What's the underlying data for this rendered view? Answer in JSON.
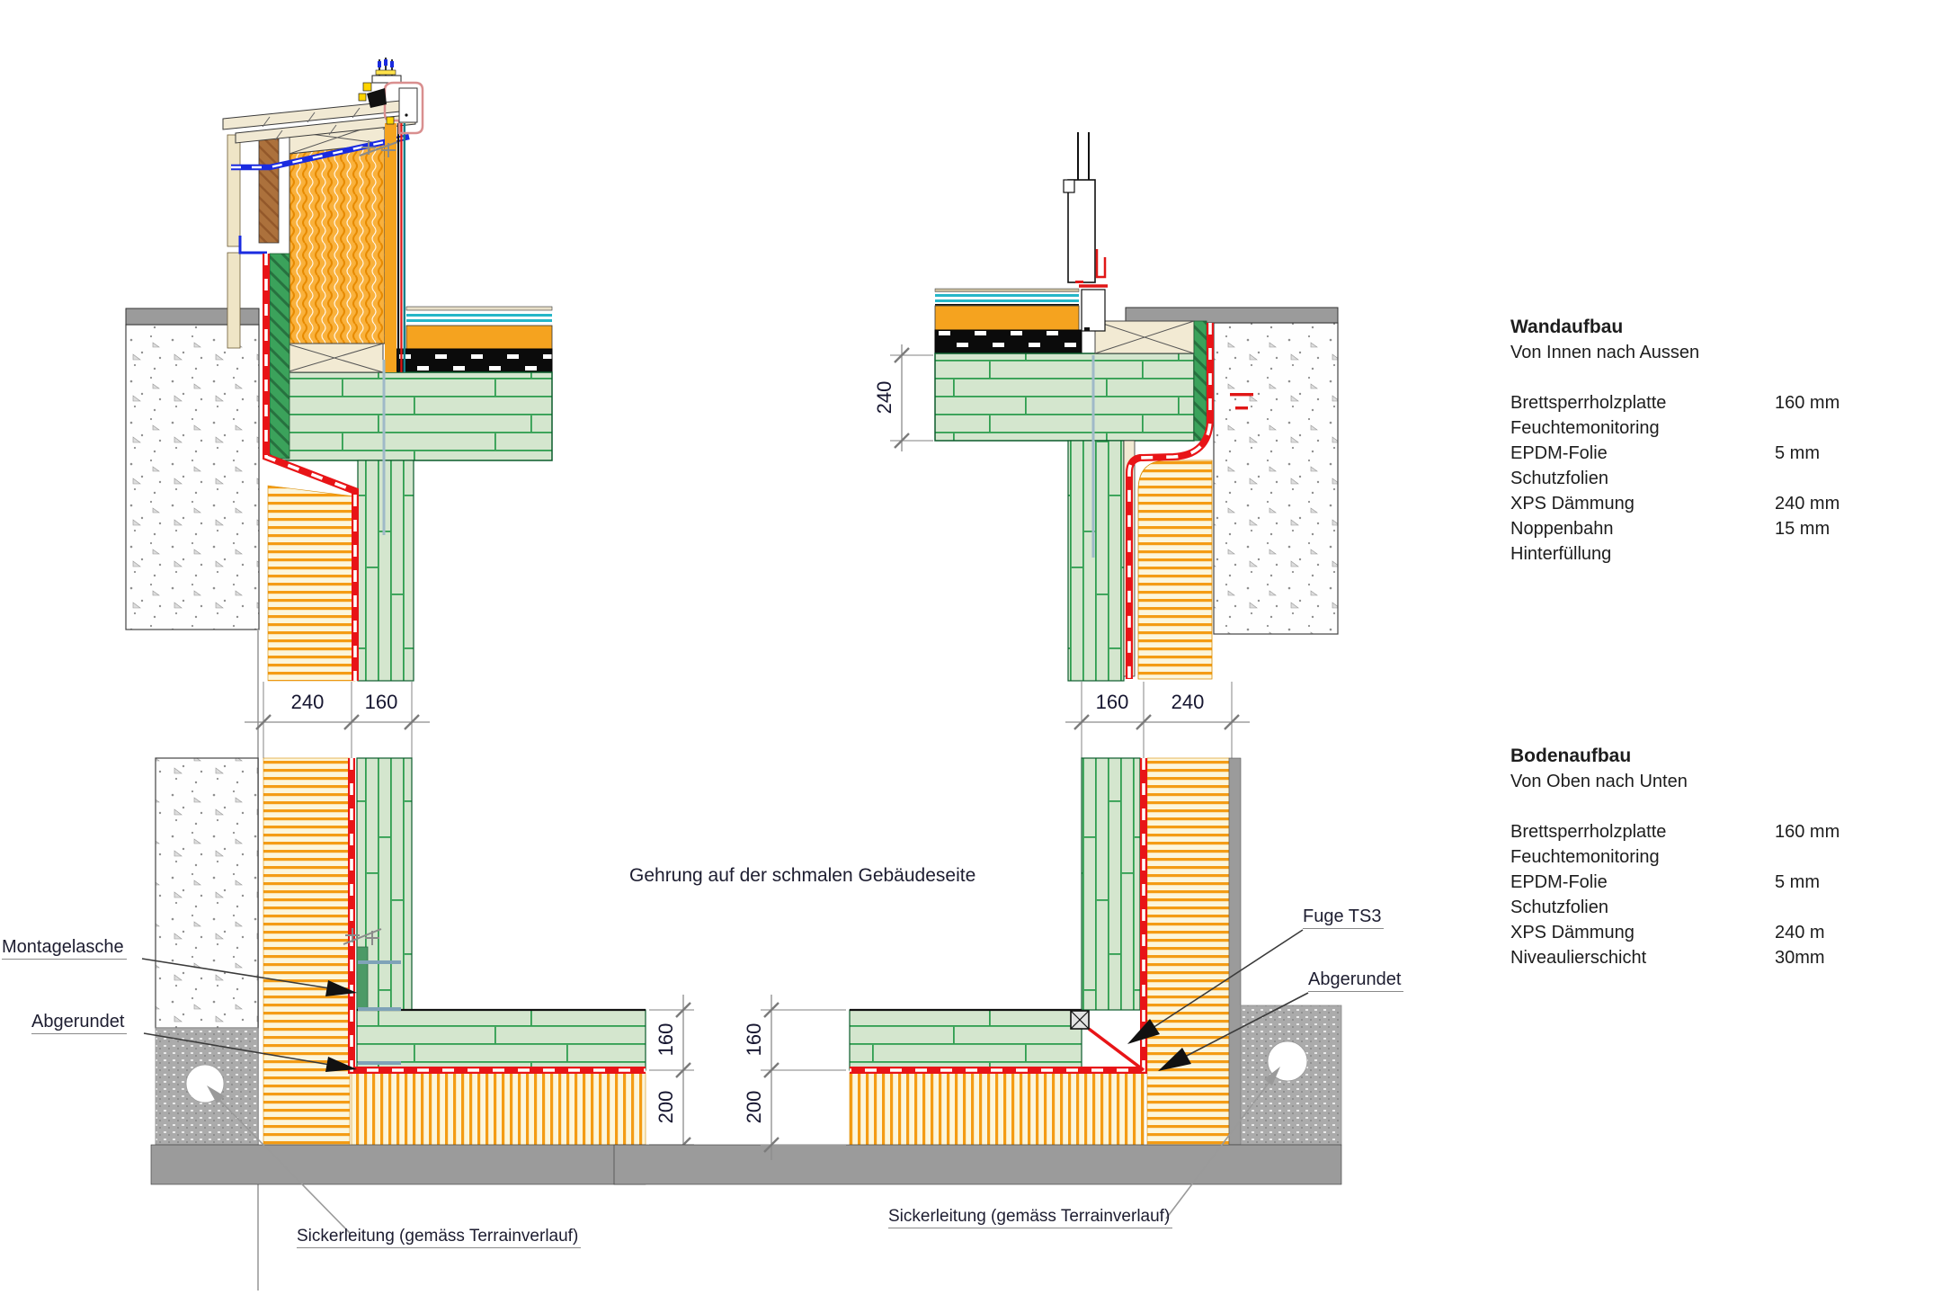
{
  "legend": {
    "wall": {
      "title": "Wandaufbau",
      "subtitle": "Von Innen nach Aussen",
      "rows": [
        {
          "label": "Brettsperrholzplatte",
          "value": "160 mm"
        },
        {
          "label": "Feuchtemonitoring",
          "value": ""
        },
        {
          "label": "EPDM-Folie",
          "value": "5 mm"
        },
        {
          "label": "Schutzfolien",
          "value": ""
        },
        {
          "label": "XPS Dämmung",
          "value": "240 mm"
        },
        {
          "label": "Noppenbahn",
          "value": "15 mm"
        },
        {
          "label": "Hinterfüllung",
          "value": ""
        }
      ]
    },
    "floor": {
      "title": "Bodenaufbau",
      "subtitle": "Von Oben nach Unten",
      "rows": [
        {
          "label": "Brettsperrholzplatte",
          "value": "160 mm"
        },
        {
          "label": "Feuchtemonitoring",
          "value": ""
        },
        {
          "label": "EPDM-Folie",
          "value": "5 mm"
        },
        {
          "label": "Schutzfolien",
          "value": ""
        },
        {
          "label": "XPS Dämmung",
          "value": "240 m"
        },
        {
          "label": "Niveaulierschicht",
          "value": "30mm"
        }
      ]
    }
  },
  "annotations": {
    "montagelasche": "Montagelasche",
    "abgerundet_left": "Abgerundet",
    "gehrung": "Gehrung auf der schmalen Gebäudeseite",
    "fuge_ts3": "Fuge TS3",
    "abgerundet_right": "Abgerundet",
    "sickerleitung_left": "Sickerleitung (gemäss Terrainverlauf)",
    "sickerleitung_right": "Sickerleitung (gemäss Terrainverlauf)"
  },
  "dimensions": {
    "plan_left": {
      "top": [
        "240",
        "160"
      ],
      "side": [
        "160",
        "200"
      ]
    },
    "plan_right": {
      "top": [
        "160",
        "240"
      ],
      "side": [
        "160",
        "200"
      ]
    },
    "section_right": {
      "slab": "240"
    }
  },
  "colors": {
    "membrane_red": "#E81417",
    "clt_green": "#2F9E50",
    "insulation_stripe_orange": "#F49C15",
    "woodfiber_orange": "#F9B13C",
    "concrete_gray": "#9B9B9B",
    "vapour_barrier_blue": "#1A2BE0",
    "pipe_cyan": "#25B6C8"
  }
}
